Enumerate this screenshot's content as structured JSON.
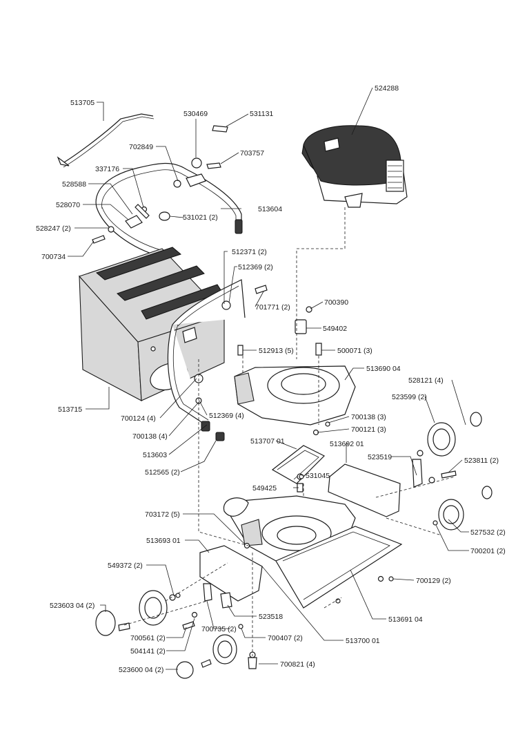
{
  "diagram": {
    "parts": [
      {
        "id": "p513705",
        "label": "513705"
      },
      {
        "id": "p530469",
        "label": "530469"
      },
      {
        "id": "p531131",
        "label": "531131"
      },
      {
        "id": "p524288",
        "label": "524288"
      },
      {
        "id": "p702849",
        "label": "702849"
      },
      {
        "id": "p703757",
        "label": "703757"
      },
      {
        "id": "p337176",
        "label": "337176"
      },
      {
        "id": "p528588",
        "label": "528588"
      },
      {
        "id": "p528070",
        "label": "528070"
      },
      {
        "id": "p513604",
        "label": "513604"
      },
      {
        "id": "p531021",
        "label": "531021 (2)"
      },
      {
        "id": "p528247",
        "label": "528247 (2)"
      },
      {
        "id": "p700734",
        "label": "700734"
      },
      {
        "id": "p512371",
        "label": "512371 (2)"
      },
      {
        "id": "p512369a",
        "label": "512369 (2)"
      },
      {
        "id": "p701771",
        "label": "701771 (2)"
      },
      {
        "id": "p700390",
        "label": "700390"
      },
      {
        "id": "p549402",
        "label": "549402"
      },
      {
        "id": "p512913",
        "label": "512913 (5)"
      },
      {
        "id": "p500071",
        "label": "500071 (3)"
      },
      {
        "id": "p513690",
        "label": "513690 04"
      },
      {
        "id": "p528121",
        "label": "528121 (4)"
      },
      {
        "id": "p523599",
        "label": "523599 (2)"
      },
      {
        "id": "p513715",
        "label": "513715"
      },
      {
        "id": "p700124",
        "label": "700124 (4)"
      },
      {
        "id": "p512369b",
        "label": "512369 (4)"
      },
      {
        "id": "p700138a",
        "label": "700138 (3)"
      },
      {
        "id": "p700121",
        "label": "700121 (3)"
      },
      {
        "id": "p700138b",
        "label": "700138 (4)"
      },
      {
        "id": "p513707",
        "label": "513707 01"
      },
      {
        "id": "p513692",
        "label": "513692 01"
      },
      {
        "id": "p513603",
        "label": "513603"
      },
      {
        "id": "p523519",
        "label": "523519"
      },
      {
        "id": "p523811",
        "label": "523811 (2)"
      },
      {
        "id": "p512565",
        "label": "512565 (2)"
      },
      {
        "id": "p531045",
        "label": "531045"
      },
      {
        "id": "p549425",
        "label": "549425"
      },
      {
        "id": "p703172",
        "label": "703172 (5)"
      },
      {
        "id": "p527532",
        "label": "527532 (2)"
      },
      {
        "id": "p513693",
        "label": "513693 01"
      },
      {
        "id": "p700201",
        "label": "700201 (2)"
      },
      {
        "id": "p549372",
        "label": "549372 (2)"
      },
      {
        "id": "p700129",
        "label": "700129 (2)"
      },
      {
        "id": "p523603",
        "label": "523603 04 (2)"
      },
      {
        "id": "p513691",
        "label": "513691 04"
      },
      {
        "id": "p523518",
        "label": "523518"
      },
      {
        "id": "p700735",
        "label": "700735 (2)"
      },
      {
        "id": "p700561",
        "label": "700561 (2)"
      },
      {
        "id": "p700407",
        "label": "700407 (2)"
      },
      {
        "id": "p513700",
        "label": "513700 01"
      },
      {
        "id": "p504141",
        "label": "504141 (2)"
      },
      {
        "id": "p523600",
        "label": "523600 04 (2)"
      },
      {
        "id": "p700821",
        "label": "700821 (4)"
      }
    ]
  }
}
